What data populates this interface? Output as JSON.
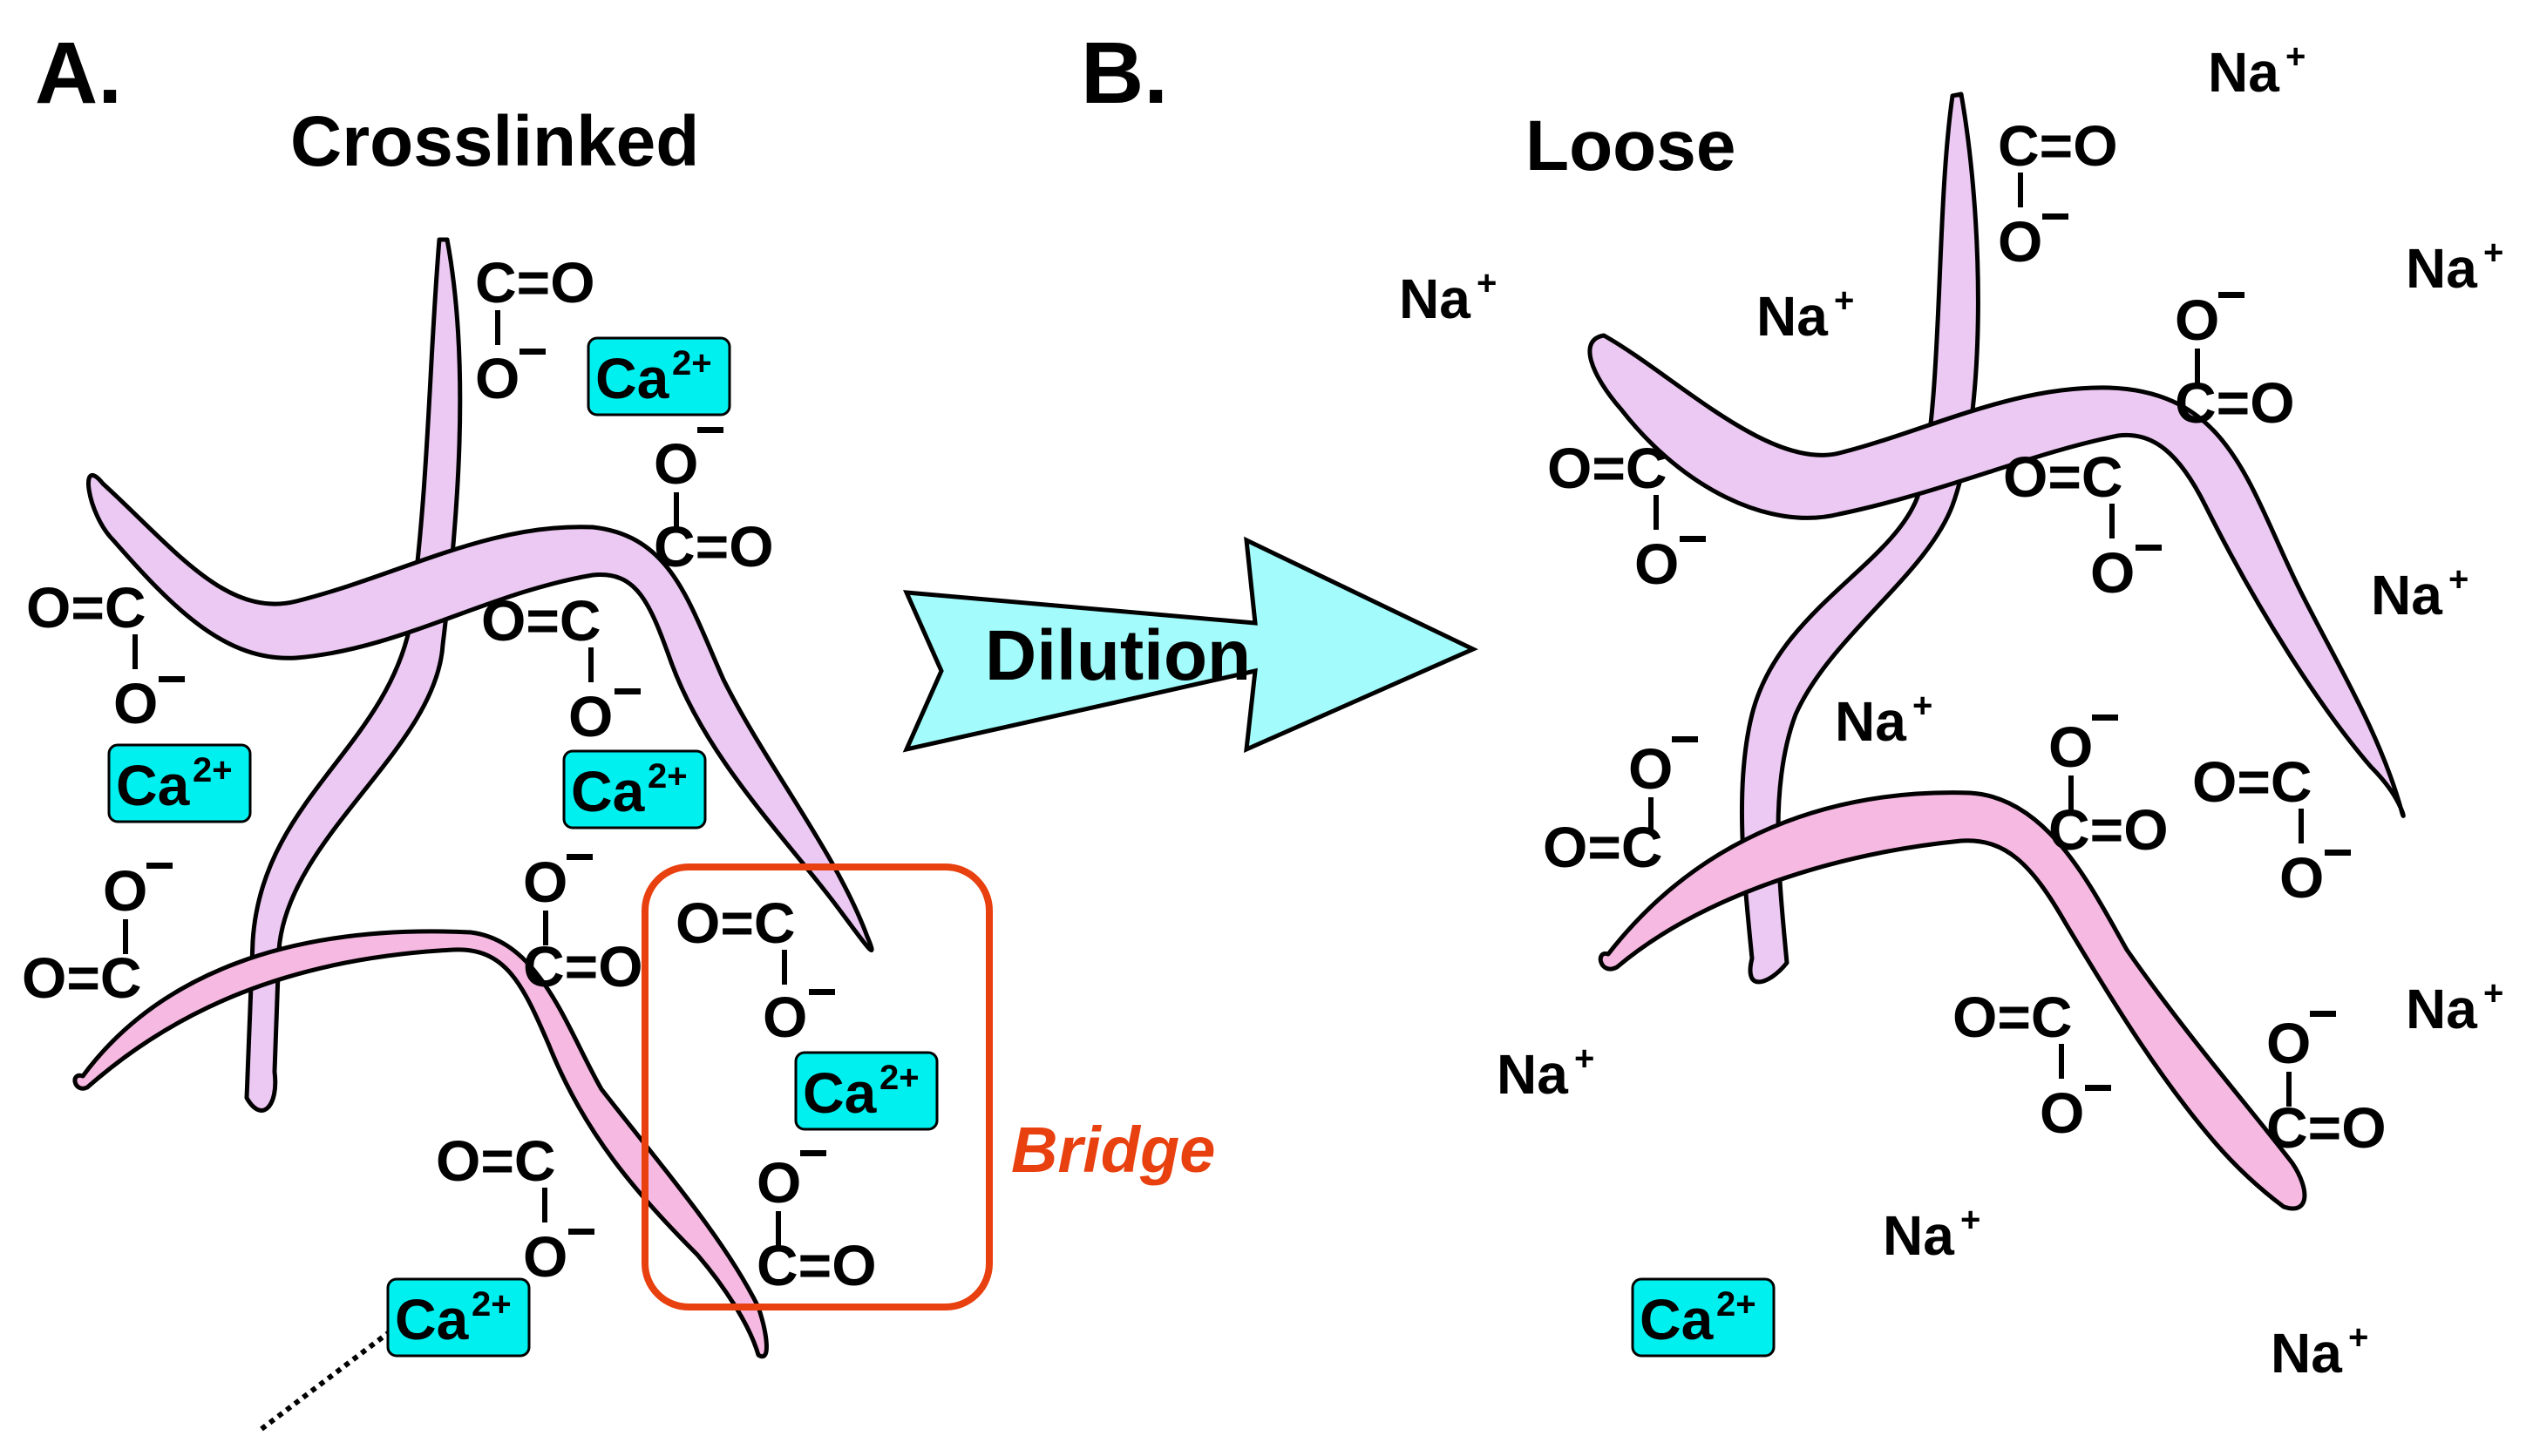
{
  "panel_a": {
    "letter": "A.",
    "title": "Crosslinked",
    "bridge_label": "Bridge"
  },
  "panel_b": {
    "letter": "B.",
    "title": "Loose"
  },
  "arrow": {
    "label": "Dilution"
  },
  "chem": {
    "carbonyl": "C=O",
    "carbonyl_rev": "O=C",
    "oxygen": "O",
    "minus": "−",
    "bond": "|",
    "calcium": "Ca",
    "calcium_charge": "2+",
    "sodium": "Na",
    "sodium_charge": "+"
  },
  "colors": {
    "polymer_light": "#ecc9f2",
    "polymer_pink": "#f6b9e1",
    "calcium_box": "#00f0f0",
    "arrow_fill": "#a3fbfb",
    "bridge_color": "#e8400f"
  }
}
